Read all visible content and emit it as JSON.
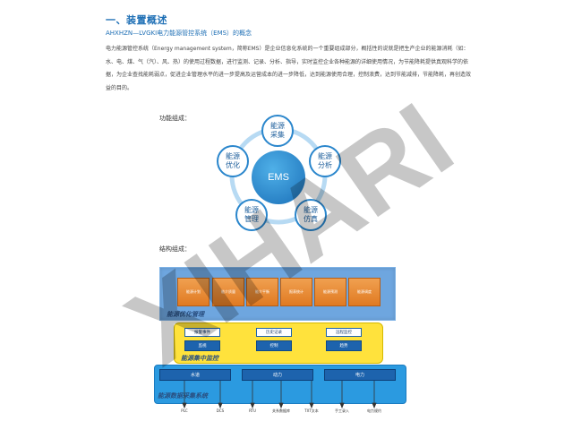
{
  "section_title": "一、装置概述",
  "subtitle": "AHXHZN—LVGKI电力能源管控系统（EMS）的概念",
  "paragraph": "电力能源管控系统（Energy management system，简称EMS）是企业信息化系统的一个重要组成部分，概括性的说就是把生产企业的能源消耗（如：水、电、煤、气（汽）、风、热）的使用过程数据，进行监测、记录、分析、指导，实时监控企业各种能源的详细使用情况，为节能降耗提供真观科学的依据，为企业查找能耗弱点，促进企业管理水平的进一步提高及运营成本的进一步降低，达到能源使用合理，控制浪费，达到节能减排，节能降耗，再创造效益的目的。",
  "function_label": "功能组成：",
  "structure_label": "结构组成：",
  "ems": {
    "center": "EMS",
    "nodes": [
      "能源\n采集",
      "能源\n分析",
      "能源\n仿真",
      "能源\n管理",
      "能源\n优化"
    ]
  },
  "optimization": {
    "items": [
      "能源计划",
      "能介质量",
      "能介平衡",
      "报表统计",
      "能源预测",
      "能源调度"
    ],
    "label": "能源优化管理"
  },
  "monitoring": {
    "top": [
      "报警事件",
      "历史记录",
      "远程监控"
    ],
    "bottom": [
      "监视",
      "控制",
      "趋势"
    ],
    "label": "能源集中监控"
  },
  "collection": {
    "items": [
      "水道",
      "动力",
      "电力"
    ],
    "label": "能源数据采集系统"
  },
  "devices": [
    "PLC",
    "DCS",
    "RTU",
    "关系数据库",
    "TXT文本",
    "手工录入",
    "电力规约"
  ],
  "watermark": "XIHARI",
  "colors": {
    "accent": "#1e6fb5",
    "orange": "#e07a22",
    "yellow": "#ffe23c",
    "blue": "#2b9ae0"
  }
}
